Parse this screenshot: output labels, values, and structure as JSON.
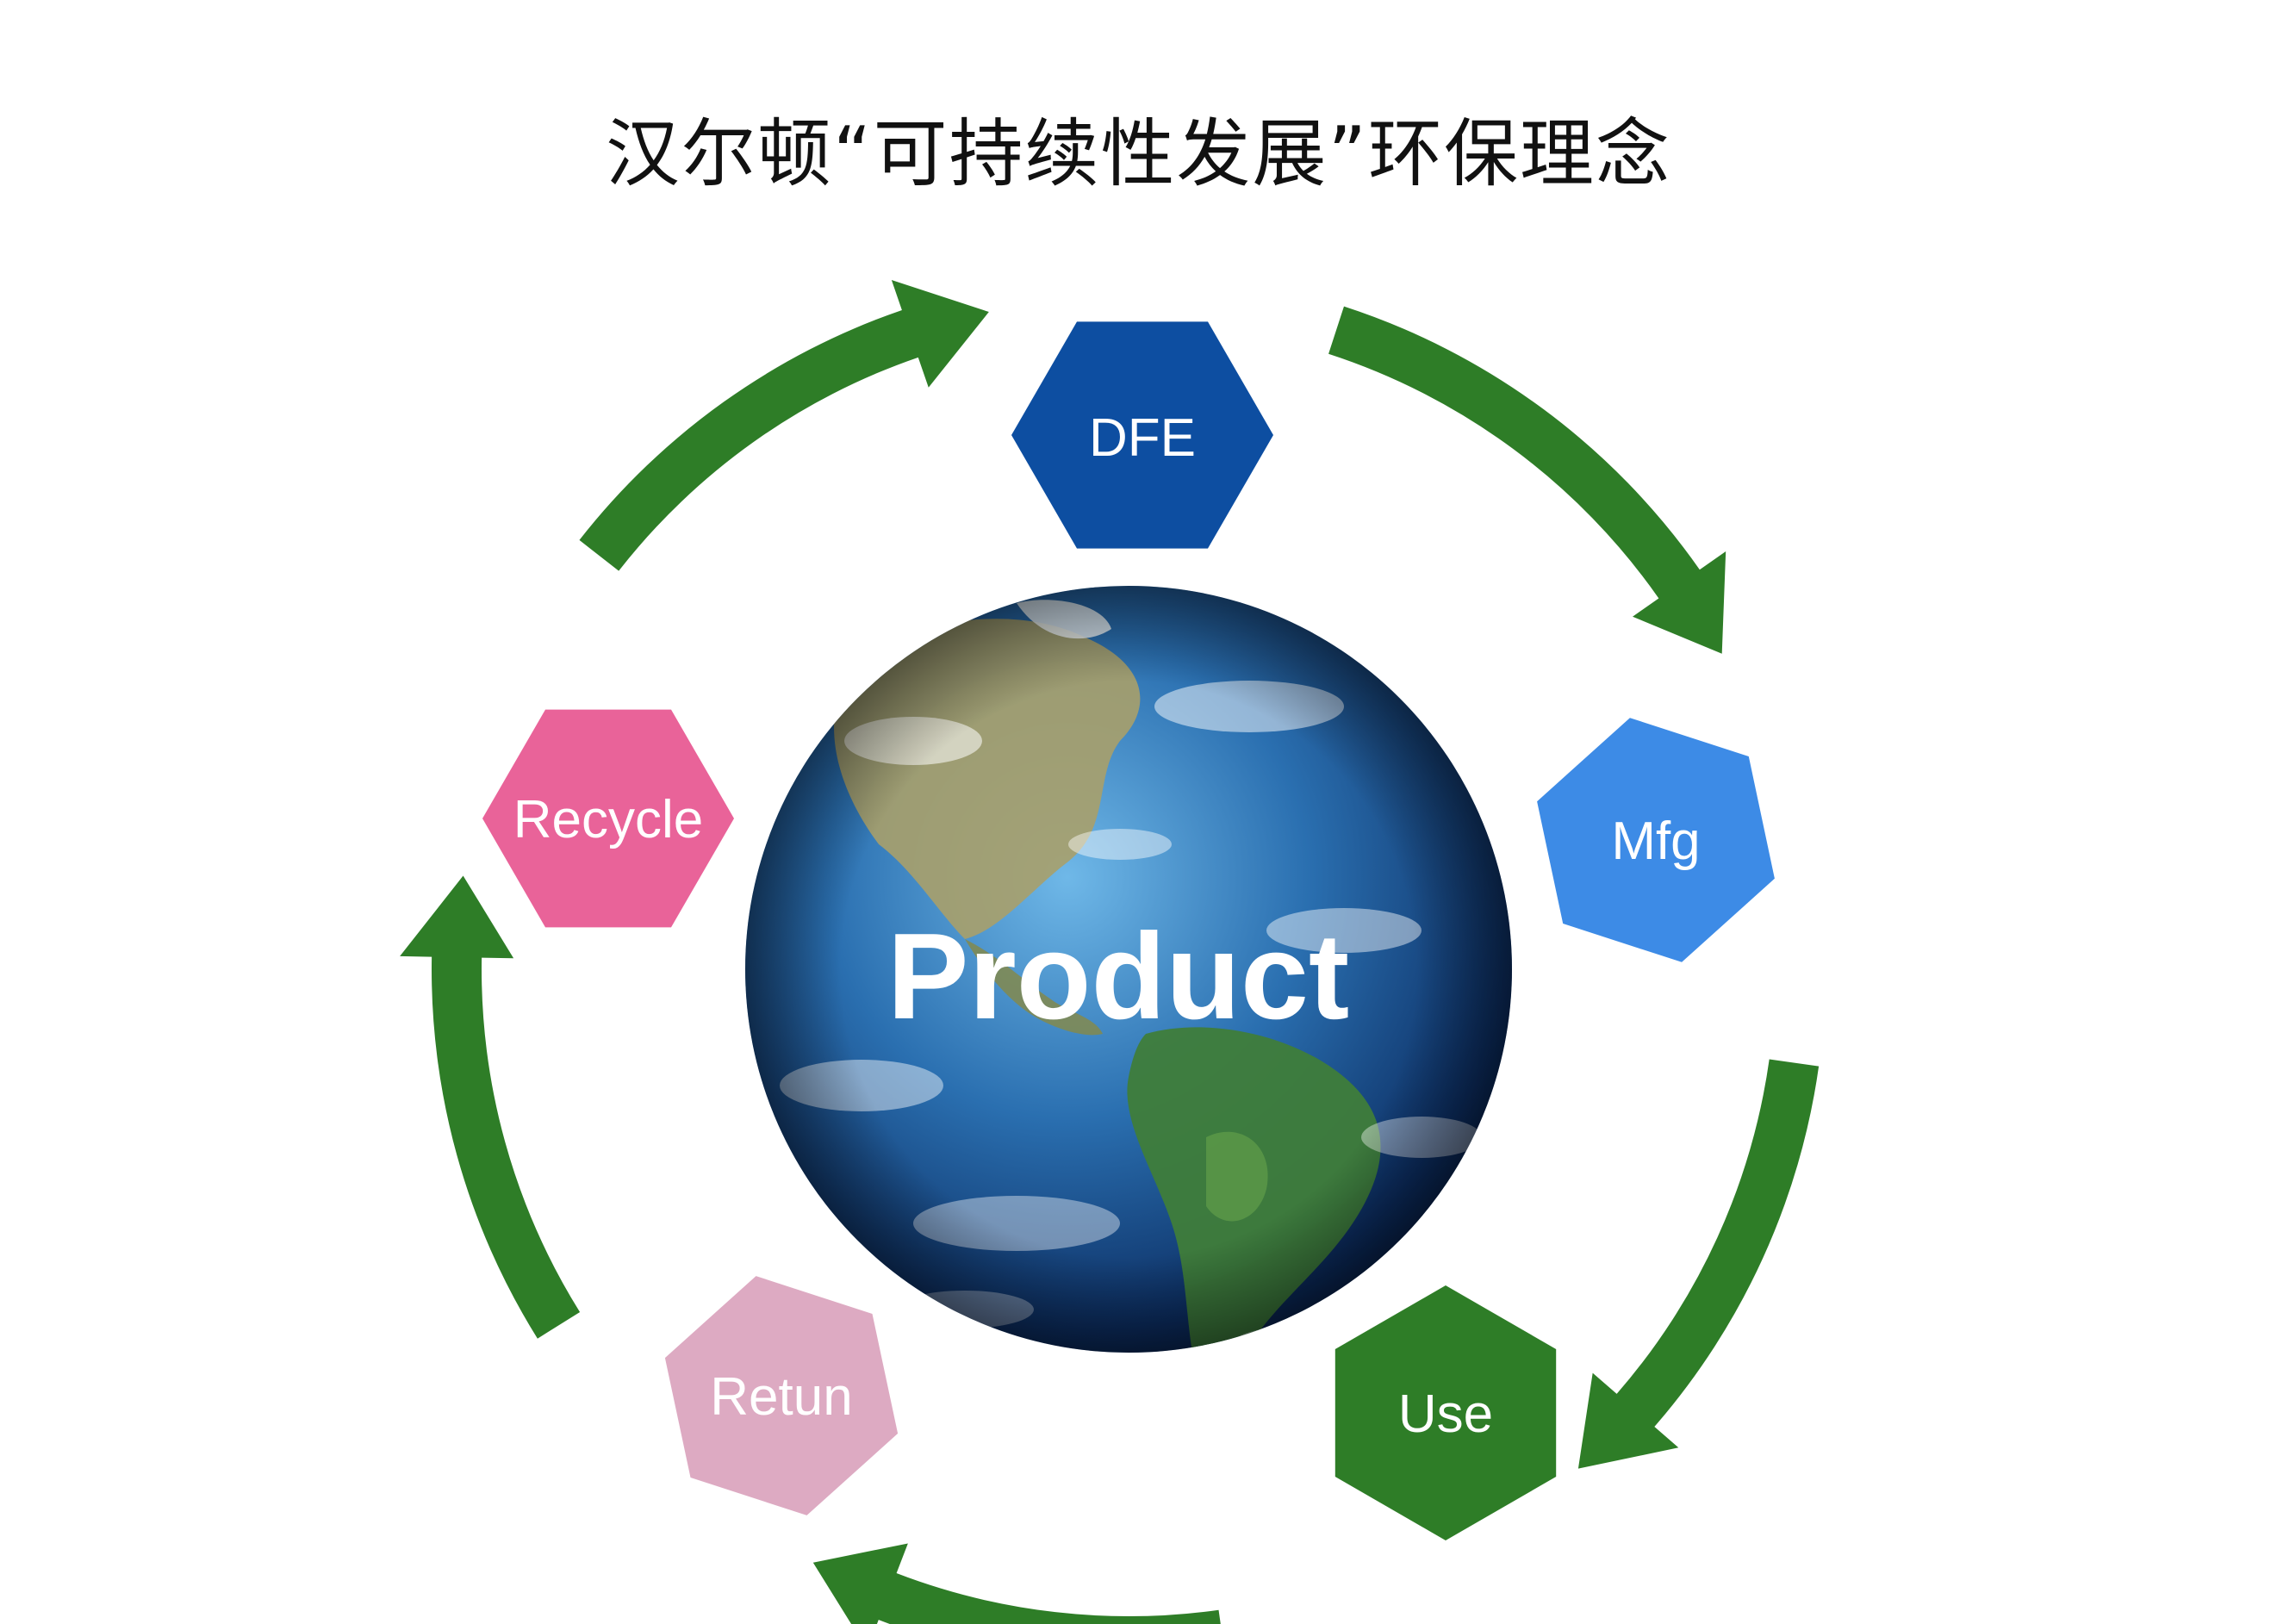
{
  "title": "汉尔顿“可持续性发展”环保理念",
  "center": {
    "label": "Product"
  },
  "stages": [
    {
      "id": "dfe",
      "label": "DFE",
      "color": "#0d4ea1"
    },
    {
      "id": "mfg",
      "label": "Mfg",
      "color": "#3d8be6"
    },
    {
      "id": "use",
      "label": "Use",
      "color": "#2e7d27"
    },
    {
      "id": "retun",
      "label": "Retun",
      "color": "#ddaac2"
    },
    {
      "id": "recycle",
      "label": "Recycle",
      "color": "#e96399"
    }
  ],
  "arrow_color": "#2e7d27"
}
